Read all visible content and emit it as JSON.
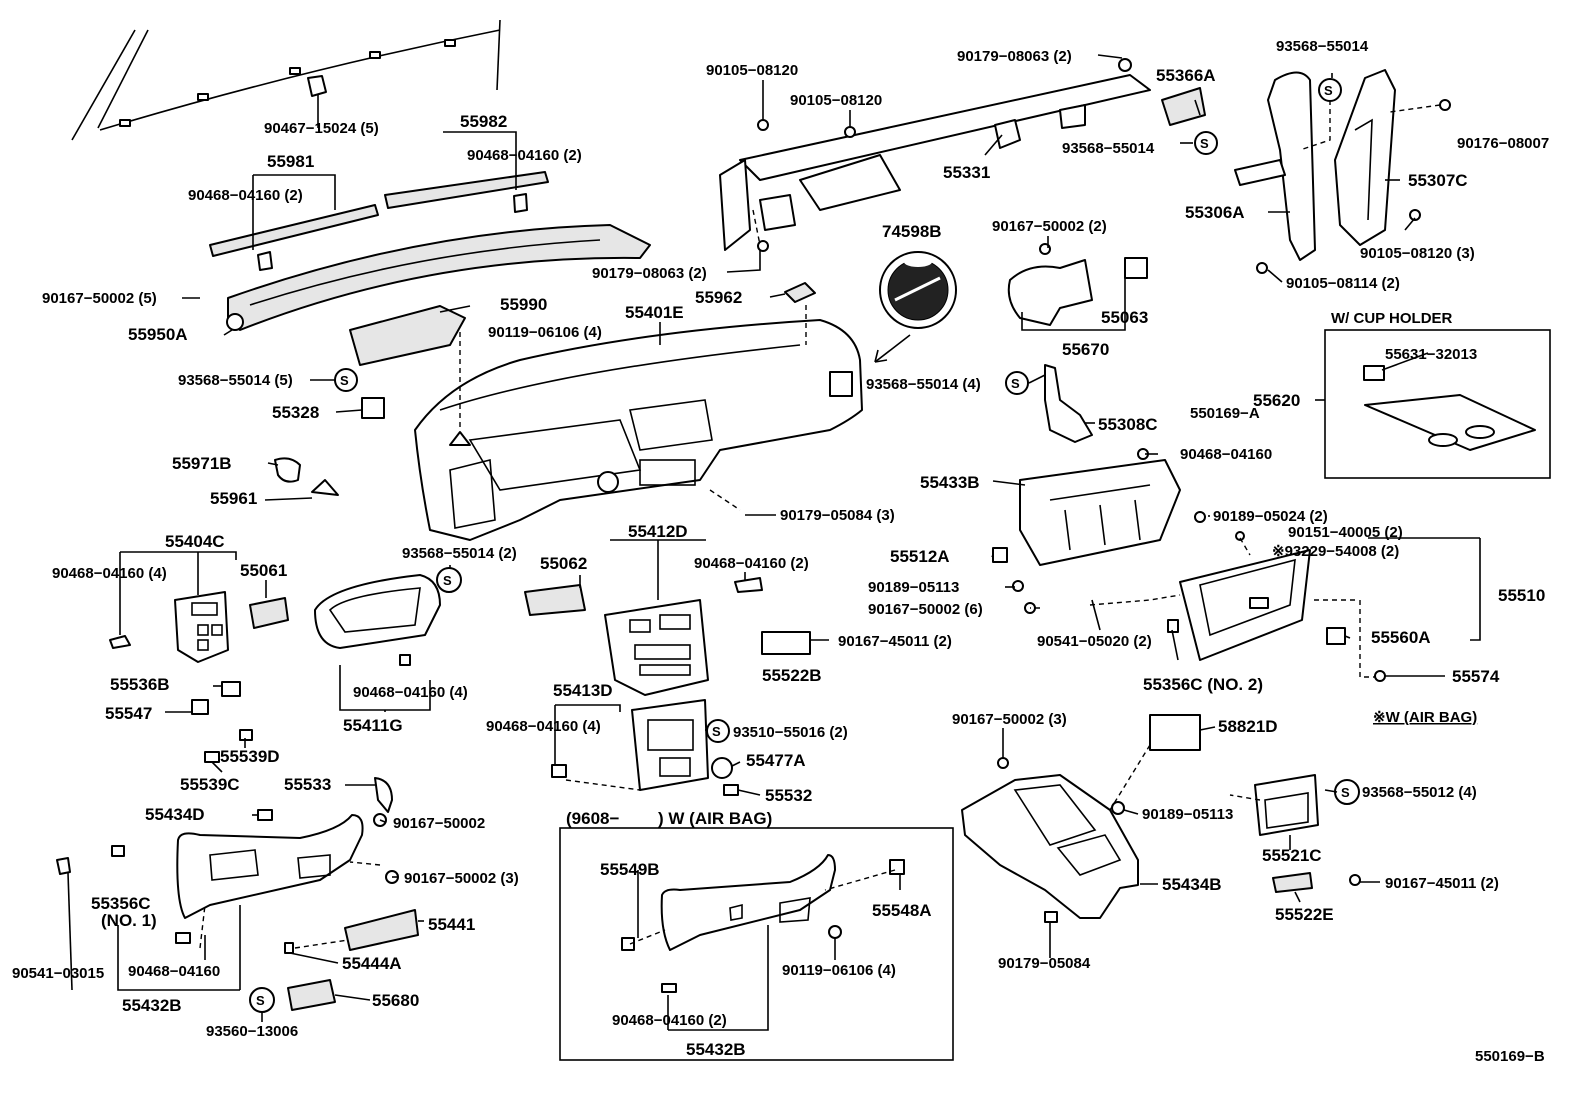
{
  "diagram_id": "550169−B",
  "labels": {
    "p90467_15024": "90467−15024 (5)",
    "p55982": "55982",
    "p90468_04160_2a": "90468−04160 (2)",
    "p55981": "55981",
    "p90468_04160_2b": "90468−04160 (2)",
    "p90167_50002_5": "90167−50002 (5)",
    "p55950A": "55950A",
    "p55990": "55990",
    "p55401E": "55401E",
    "p55962": "55962",
    "p90119_06106_4a": "90119−06106 (4)",
    "p93568_55014_5": "93568−55014 (5)",
    "p55328": "55328",
    "p55971B": "55971B",
    "p55961": "55961",
    "p90105_08120a": "90105−08120",
    "p90105_08120b": "90105−08120",
    "p90179_08063_2a": "90179−08063 (2)",
    "p90179_08063_2b": "90179−08063 (2)",
    "p55366A": "55366A",
    "p93568_55014a": "93568−55014",
    "p55331": "55331",
    "p74598B": "74598B",
    "p90167_50002_2": "90167−50002 (2)",
    "p55063": "55063",
    "p55670": "55670",
    "p93568_55014b": "93568−55014",
    "p90176_08007": "90176−08007",
    "p55307C": "55307C",
    "p55306A": "55306A",
    "p90105_08120_3": "90105−08120 (3)",
    "p90105_08114_2": "90105−08114 (2)",
    "cup_holder_title": "W/ CUP HOLDER",
    "p55631_32013": "55631−32013",
    "p55620": "55620",
    "p550169A": "550169−A",
    "p93568_55014_4": "93568−55014 (4)",
    "p55308C": "55308C",
    "p90468_04160c": "90468−04160",
    "p55433B": "55433B",
    "p90189_05024_2": "90189−05024 (2)",
    "p90151_40005_2": "90151−40005 (2)",
    "p93229_54008_2": "※93229−54008 (2)",
    "p55512A": "55512A",
    "p90189_05113a": "90189−05113",
    "p90167_50002_6": "90167−50002 (6)",
    "p55510": "55510",
    "p90541_05020_2": "90541−05020 (2)",
    "p55560A": "55560A",
    "p55356C_no2": "55356C (NO. 2)",
    "p55574": "55574",
    "airbag_note": "※W (AIR BAG)",
    "p90179_05084_3": "90179−05084 (3)",
    "p55404C": "55404C",
    "p90468_04160_4a": "90468−04160 (4)",
    "p55061": "55061",
    "p93568_55014_2": "93568−55014 (2)",
    "p55412D": "55412D",
    "p55062": "55062",
    "p90468_04160_2c": "90468−04160 (2)",
    "p55522B": "55522B",
    "p90167_45011_2a": "90167−45011 (2)",
    "p55536B": "55536B",
    "p55547": "55547",
    "p90468_04160_4b": "90468−04160 (4)",
    "p55411G": "55411G",
    "p55413D": "55413D",
    "p90468_04160_4c": "90468−04160 (4)",
    "p93510_55016_2": "93510−55016 (2)",
    "p55477A": "55477A",
    "p55532": "55532",
    "p55539D": "55539D",
    "p55539C": "55539C",
    "p55533": "55533",
    "p55434D": "55434D",
    "p90167_50002a": "90167−50002",
    "p90167_50002_3a": "90167−50002 (3)",
    "p55356C_no1a": "55356C",
    "p55356C_no1b": "(NO. 1)",
    "p55441": "55441",
    "p55444A": "55444A",
    "p90541_03015": "90541−03015",
    "p90468_04160d": "90468−04160",
    "p55432B_a": "55432B",
    "p93560_13006": "93560−13006",
    "p55680": "55680",
    "inset_title_a": "(9608−",
    "inset_title_b": ") W (AIR BAG)",
    "p55549B": "55549B",
    "p55548A": "55548A",
    "p90119_06106_4b": "90119−06106 (4)",
    "p90468_04160_2d": "90468−04160 (2)",
    "p55432B_b": "55432B",
    "p90167_50002_3b": "90167−50002 (3)",
    "p58821D": "58821D",
    "p90189_05113b": "90189−05113",
    "p55434B": "55434B",
    "p90179_05084": "90179−05084",
    "p93568_55012_4": "93568−55012 (4)",
    "p55521C": "55521C",
    "p90167_45011_2b": "90167−45011 (2)",
    "p55522E": "55522E"
  }
}
